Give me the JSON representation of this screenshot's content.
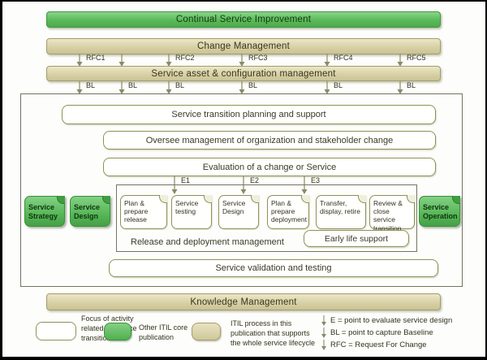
{
  "bars": {
    "csi": "Continual Service Improvement",
    "change": "Change Management",
    "sacm": "Service asset & configuration management",
    "km": "Knowledge Management"
  },
  "rfc_labels": [
    "RFC1",
    "",
    "RFC2",
    "RFC3",
    "RFC4",
    "RFC5"
  ],
  "bl_labels": [
    "BL",
    "BL",
    "BL",
    "BL",
    "BL",
    "BL"
  ],
  "e_labels": [
    "E1",
    "E2",
    "E3"
  ],
  "boxes": {
    "planning": "Service transition planning and support",
    "oversee": "Oversee management of organization and stakeholder change",
    "evaluation": "Evaluation of a change or Service",
    "validation": "Service validation and testing",
    "early_life": "Early life support",
    "release_mgmt": "Release and deployment  management"
  },
  "steps": [
    "Plan & prepare release",
    "Service testing",
    "Service Design",
    "Plan & prepare deployment",
    "Transfer, display, retire",
    "Review & close service transition"
  ],
  "lifecycle": {
    "strategy": "Service Strategy",
    "design": "Service Design",
    "operation": "Service Operation"
  },
  "legend": {
    "focus": "Focus of activity related to service transition",
    "other": "Other ITIL core publication",
    "itil_process": "ITIL process in this publication that supports the whole service lifecycle",
    "notes": [
      "E = point to evaluate service design",
      "BL = point to capture Baseline",
      "RFC = Request For Change"
    ]
  },
  "colors": {
    "green": "#57b757",
    "green_border": "#3c9a3c",
    "tan": "#d6cfa4",
    "tan_border": "#a39c6c",
    "outline_olive": "#8f9157",
    "arrow": "#8a8a68"
  }
}
